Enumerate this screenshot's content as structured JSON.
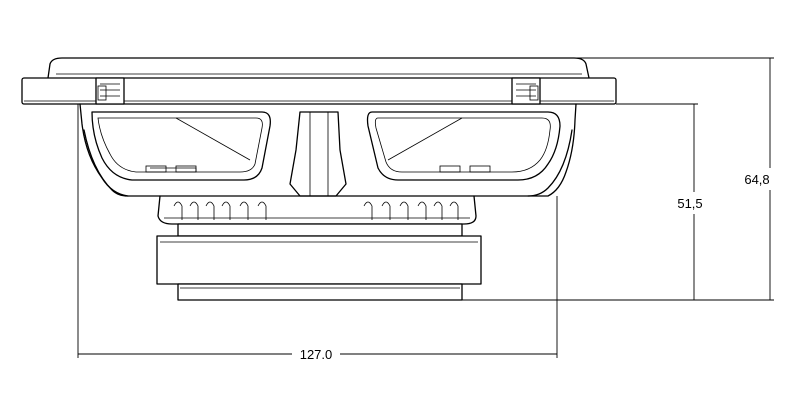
{
  "dimensions": {
    "width": "127.0",
    "height_total": "64,8",
    "height_mount": "51,5"
  }
}
